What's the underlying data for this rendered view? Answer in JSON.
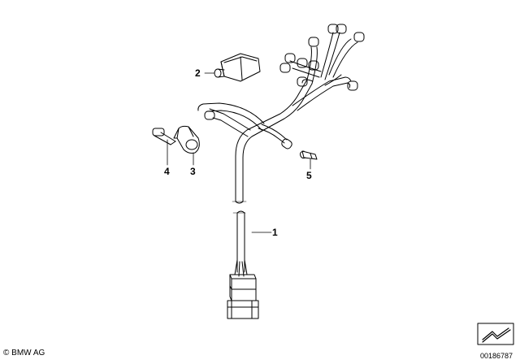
{
  "callouts": {
    "part_1": "1",
    "part_2": "2",
    "part_3": "3",
    "part_4": "4",
    "part_5": "5"
  },
  "footer": {
    "copyright_symbol": "©",
    "copyright": "BMW AG",
    "diagram_id": "00186787"
  },
  "colors": {
    "line": "#000000",
    "background": "#ffffff"
  },
  "icons": {
    "navigation": "bent-arrow-icon"
  }
}
